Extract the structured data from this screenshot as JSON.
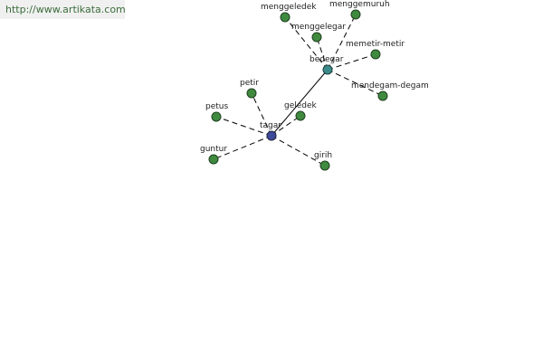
{
  "site": {
    "url_text": "http://www.artikata.com"
  },
  "graph": {
    "nodes": [
      {
        "id": "tagar",
        "label": "tagar",
        "kind": "hub-b"
      },
      {
        "id": "bedegar",
        "label": "bedegar",
        "kind": "hub-a"
      },
      {
        "id": "menggeledek",
        "label": "menggeledek",
        "kind": "leaf"
      },
      {
        "id": "menggemuruh",
        "label": "menggemuruh",
        "kind": "leaf"
      },
      {
        "id": "menggelegar",
        "label": "menggelegar",
        "kind": "leaf"
      },
      {
        "id": "memetir-metir",
        "label": "memetir-metir",
        "kind": "leaf"
      },
      {
        "id": "mendegam-degam",
        "label": "mendegam-degam",
        "kind": "leaf"
      },
      {
        "id": "petir",
        "label": "petir",
        "kind": "leaf"
      },
      {
        "id": "geledek",
        "label": "geledek",
        "kind": "leaf"
      },
      {
        "id": "petus",
        "label": "petus",
        "kind": "leaf"
      },
      {
        "id": "guntur",
        "label": "guntur",
        "kind": "leaf"
      },
      {
        "id": "girih",
        "label": "girih",
        "kind": "leaf"
      }
    ],
    "edges": [
      {
        "from": "tagar",
        "to": "bedegar",
        "style": "solid"
      },
      {
        "from": "bedegar",
        "to": "menggeledek",
        "style": "dashed"
      },
      {
        "from": "bedegar",
        "to": "menggemuruh",
        "style": "dashed"
      },
      {
        "from": "bedegar",
        "to": "menggelegar",
        "style": "dashed"
      },
      {
        "from": "bedegar",
        "to": "memetir-metir",
        "style": "dashed"
      },
      {
        "from": "bedegar",
        "to": "mendegam-degam",
        "style": "dashed"
      },
      {
        "from": "tagar",
        "to": "petir",
        "style": "dashed"
      },
      {
        "from": "tagar",
        "to": "geledek",
        "style": "dashed"
      },
      {
        "from": "tagar",
        "to": "petus",
        "style": "dashed"
      },
      {
        "from": "tagar",
        "to": "guntur",
        "style": "dashed"
      },
      {
        "from": "tagar",
        "to": "girih",
        "style": "dashed"
      }
    ]
  }
}
